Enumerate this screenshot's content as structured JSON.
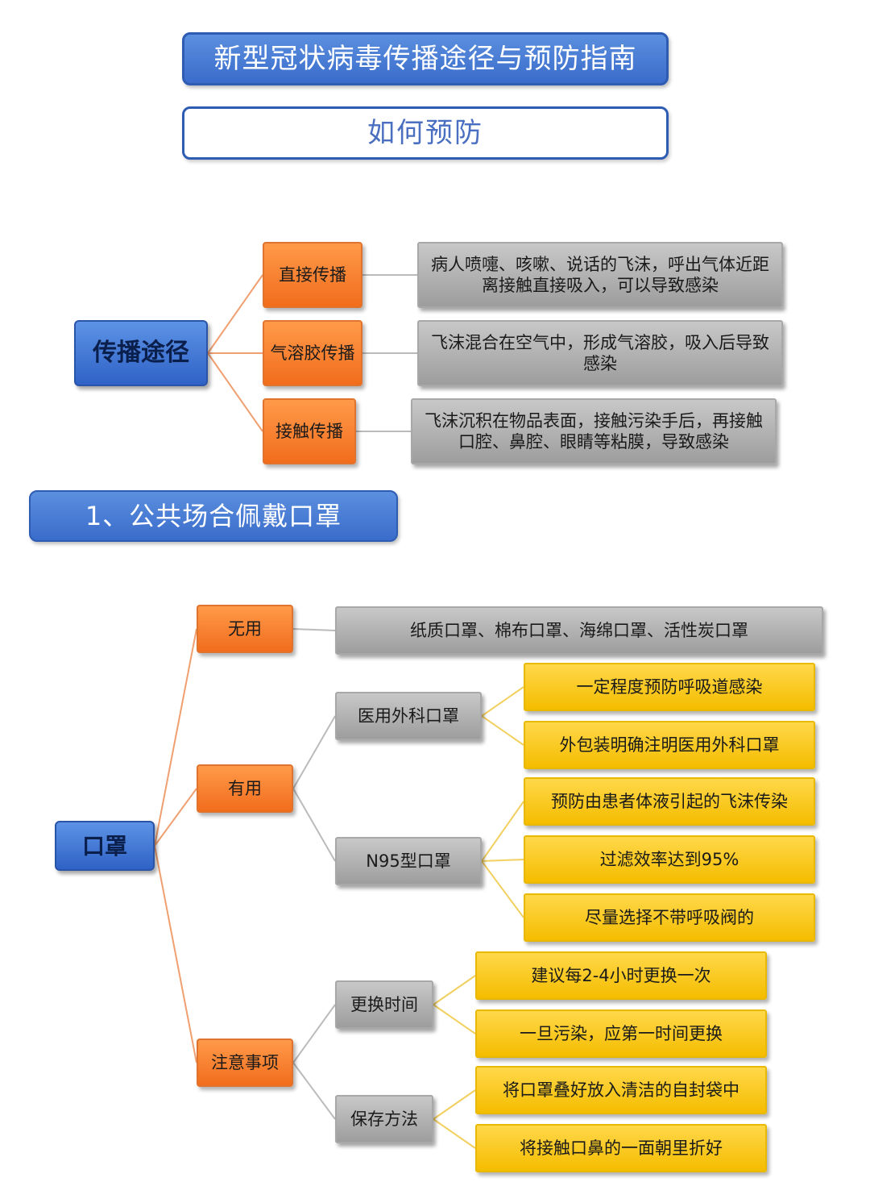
{
  "header": {
    "title": "新型冠状病毒传播途径与预防指南",
    "subtitle": "如何预防"
  },
  "routes": {
    "root": "传播途径",
    "items": [
      {
        "label": "直接传播",
        "desc": "病人喷嚏、咳嗽、说话的飞沫，呼出气体近距离接触直接吸入，可以导致感染"
      },
      {
        "label": "气溶胶传播",
        "desc": "飞沫混合在空气中，形成气溶胶，吸入后导致感染"
      },
      {
        "label": "接触传播",
        "desc": "飞沫沉积在物品表面，接触污染手后，再接触口腔、鼻腔、眼睛等粘膜，导致感染"
      }
    ]
  },
  "section1": {
    "title": "1、公共场合佩戴口罩"
  },
  "mask": {
    "root": "口罩",
    "useless": {
      "label": "无用",
      "desc": "纸质口罩、棉布口罩、海绵口罩、活性炭口罩"
    },
    "useful": {
      "label": "有用",
      "surgical": {
        "label": "医用外科口罩",
        "points": [
          "一定程度预防呼吸道感染",
          "外包装明确注明医用外科口罩"
        ]
      },
      "n95": {
        "label": "N95型口罩",
        "points": [
          "预防由患者体液引起的飞沫传染",
          "过滤效率达到95%",
          "尽量选择不带呼吸阀的"
        ]
      }
    },
    "notes": {
      "label": "注意事项",
      "replace": {
        "label": "更换时间",
        "points": [
          "建议每2-4小时更换一次",
          "一旦污染，应第一时间更换"
        ]
      },
      "storage": {
        "label": "保存方法",
        "points": [
          "将口罩叠好放入清洁的自封袋中",
          "将接触口鼻的一面朝里折好"
        ]
      }
    }
  },
  "colors": {
    "blue": "#3a6ccb",
    "orange": "#f47b2a",
    "gray": "#a6a6a6",
    "yellow": "#f9c600",
    "line_orange": "#f0a070",
    "line_gray": "#bbbbbb",
    "line_yellow": "#f2d060"
  }
}
